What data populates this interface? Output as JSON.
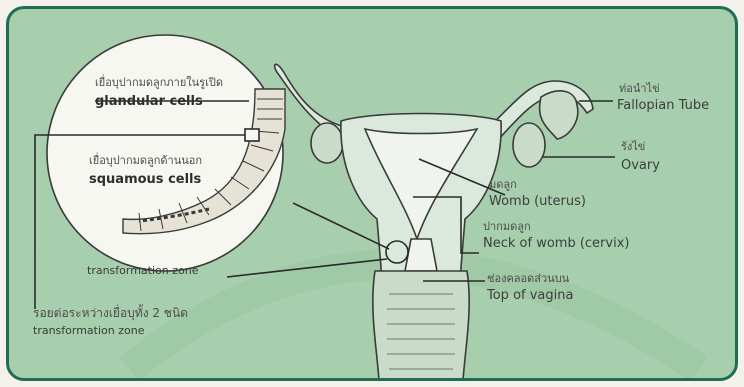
{
  "colors": {
    "background": "#a8cfad",
    "border": "#1f6e54",
    "organ": "#dbe8dc",
    "organ_line": "#3a3a3a",
    "zoom_circle": "#f7f7f2"
  },
  "zoom": {
    "glandular_th": "เยื่อบุปากมดลูกภายในรูเปิด",
    "glandular_en": "glandular cells",
    "squamous_th": "เยื่อบุปากมดลูกด้านนอก",
    "squamous_en": "squamous cells"
  },
  "labels": {
    "fallopian_th": "ท่อนำไข่",
    "fallopian_en": "Fallopian Tube",
    "ovary_th": "รังไข่",
    "ovary_en": "Ovary",
    "womb_th": "มดลูก",
    "womb_en": "Womb (uterus)",
    "cervix_th": "ปากมดลูก",
    "cervix_en": "Neck of womb (cervix)",
    "tz_en": "transformation zone",
    "vagina_th": "ช่องคลอดส่วนบน",
    "vagina_en": "Top of vagina",
    "junction_th": "รอยต่อระหว่างเยื่อบุทั้ง 2 ชนิด",
    "junction_en": "transformation zone"
  }
}
